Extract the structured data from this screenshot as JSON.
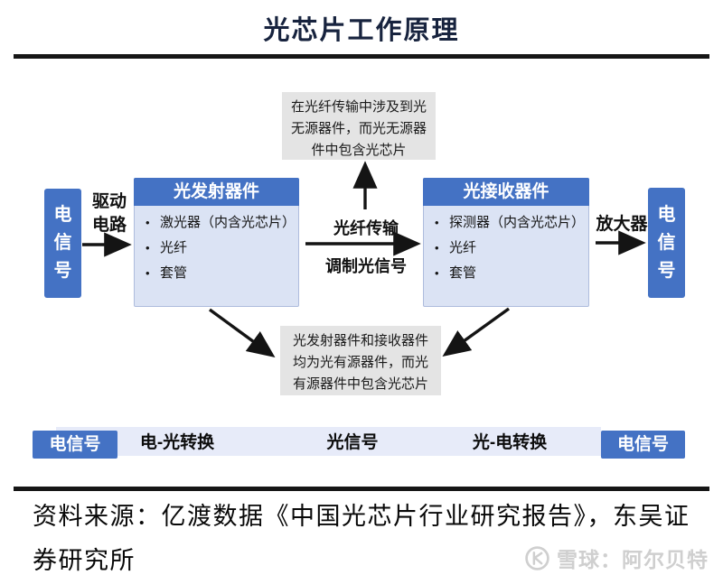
{
  "title": "光芯片工作原理",
  "diagram": {
    "left_signal": "电信号",
    "right_signal": "电信号",
    "driver_label": "驱动电路",
    "amplifier_label": "放大器",
    "fiber_top_label": "光纤传输",
    "fiber_bottom_label": "调制光信号",
    "transmitter": {
      "title": "光发射器件",
      "items": [
        "激光器（内含光芯片）",
        "光纤",
        "套管"
      ]
    },
    "receiver": {
      "title": "光接收器件",
      "items": [
        "探测器（内含光芯片）",
        "光纤",
        "套管"
      ]
    },
    "passive_note": "在光纤传输中涉及到光无源器件，而光无源器件中包含光芯片",
    "active_note": "光发射器件和接收器件均为光有源器件，而光有源器件中包含光芯片"
  },
  "bottom_bar": {
    "left_signal": "电信号",
    "steps": [
      "电-光转换",
      "光信号",
      "光-电转换"
    ],
    "right_signal": "电信号"
  },
  "footer": {
    "source": "资料来源：亿渡数据《中国光芯片行业研究报告》，东吴证券研究所"
  },
  "watermark": {
    "text": "雪球：阿尔贝特"
  },
  "colors": {
    "accent_blue": "#4472C4",
    "body_light_blue": "#DBE3F4",
    "note_gray": "#E4E4E4",
    "bar_lavender": "#E7EBF9",
    "title_navy": "#17233E",
    "watermark_gray": "#CFCFCF"
  }
}
